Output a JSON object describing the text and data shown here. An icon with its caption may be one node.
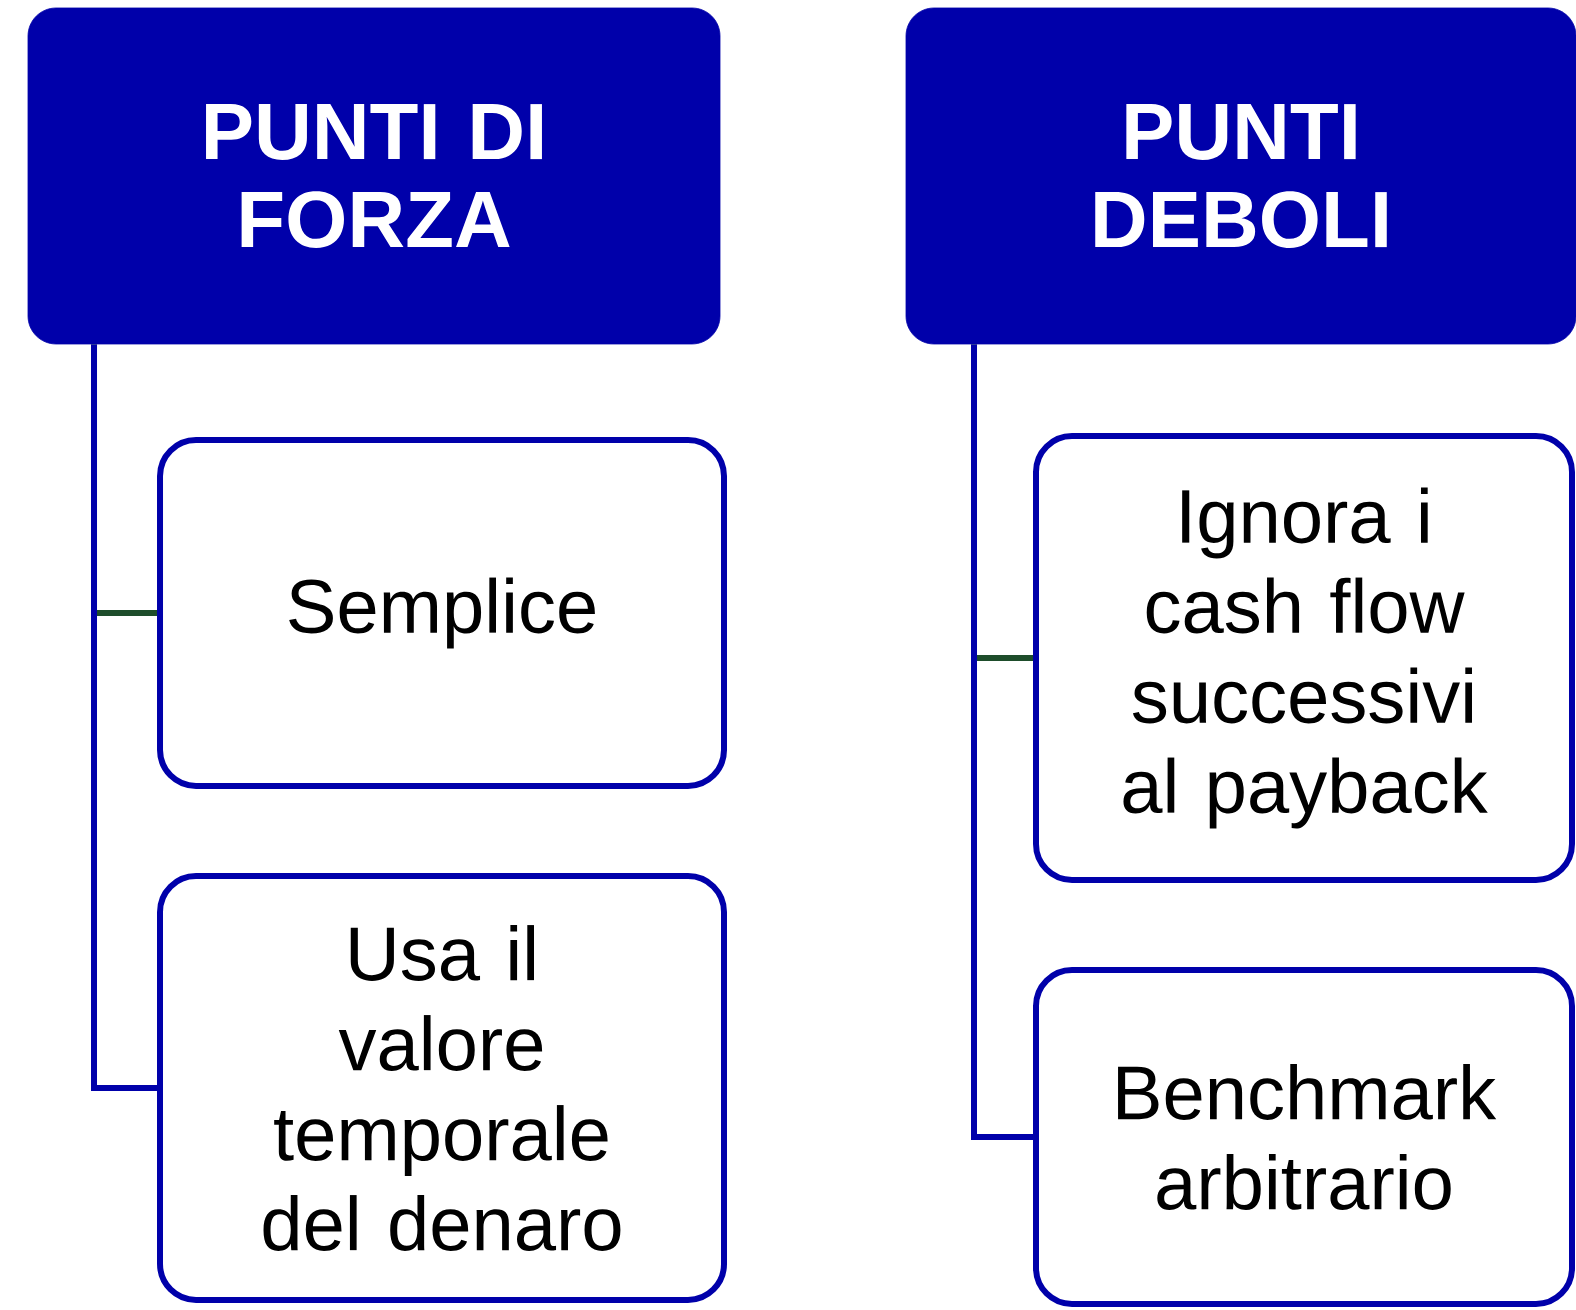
{
  "diagram": {
    "nodes": [
      {
        "text": [
          "PUNTI DI FORZA"
        ]
      },
      {
        "text": [
          "Semplice"
        ]
      },
      {
        "text": [
          "Usa il valore temporale del denaro"
        ]
      },
      {
        "text": [
          "PUNTI DEBOLI"
        ]
      },
      {
        "text": [
          "Ignora i cash flow successivi al payback"
        ]
      },
      {
        "text": [
          "Benchmark arbitrario"
        ]
      }
    ],
    "edges": [
      {
        "from": 0,
        "to": 1,
        "arrow": "none",
        "color": "#1e4d2b"
      },
      {
        "from": 0,
        "to": 2,
        "arrow": "none",
        "color": "#0000aa"
      },
      {
        "from": 3,
        "to": 4,
        "arrow": "none",
        "color": "#1e4d2b"
      },
      {
        "from": 3,
        "to": 5,
        "arrow": "none",
        "color": "#0000aa"
      }
    ]
  }
}
